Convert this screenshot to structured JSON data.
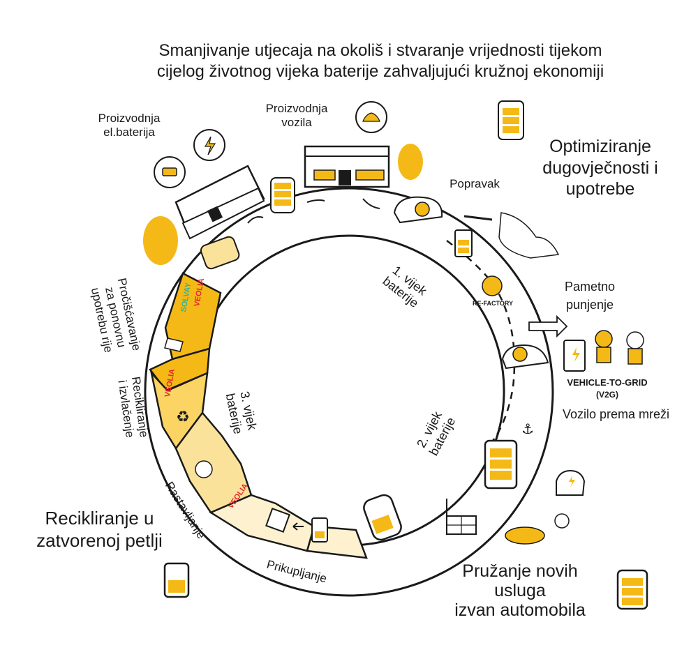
{
  "title": {
    "line1": "Smanjivanje utjecaja na okoliš i stvaranje vrijednosti tijekom",
    "line2": "cijelog životnog vijeka baterije zahvaljujući kružnoj ekonomiji"
  },
  "stages": {
    "battery_production": {
      "line1": "Proizvodnja",
      "line2": "el.baterija"
    },
    "vehicle_production": {
      "line1": "Proizvodnja",
      "line2": "vozila"
    },
    "repair": "Popravak",
    "optimize": {
      "line1": "Optimiziranje",
      "line2": "dugovječnosti i",
      "line3": "upotrebe"
    },
    "smart_charging": {
      "line1": "Pametno",
      "line2": "punjenje"
    },
    "v2g_badge": {
      "line1": "VEHICLE-TO-GRID",
      "line2": "(V2G)"
    },
    "v2g_label": "Vozilo prema mreži",
    "new_services": {
      "line1": "Pružanje novih",
      "line2": "usluga",
      "line3": "izvan automobila"
    },
    "collection": "Prikupljanje",
    "dismantling": "Rastavljanje",
    "recycling": {
      "line1": "Recikliranje",
      "line2": "i izvlačenje"
    },
    "refining": {
      "line1": "Pročišćavanje",
      "line2": "za ponovnu",
      "line3": "upotrebu rije"
    },
    "closed_loop": {
      "line1": "Recikliranje u",
      "line2": "zatvorenoj petlji"
    }
  },
  "lifecycles": {
    "first": {
      "line1": "1. vijek",
      "line2": "baterije"
    },
    "second": {
      "line1": "2. vijek",
      "line2": "baterije"
    },
    "third": {
      "line1": "3. vijek",
      "line2": "baterije"
    }
  },
  "logos": {
    "veolia": "VEOLIA",
    "solvay": "SOLVAY",
    "refactory": "RE-FACTORY"
  },
  "colors": {
    "yellow": "#f5b917",
    "yellow_light": "#fbe29a",
    "yellow_pale": "#fdf1cf",
    "veolia_red": "#e3262b",
    "solvay_green": "#2bb5a0",
    "ink": "#1a1a1a"
  }
}
